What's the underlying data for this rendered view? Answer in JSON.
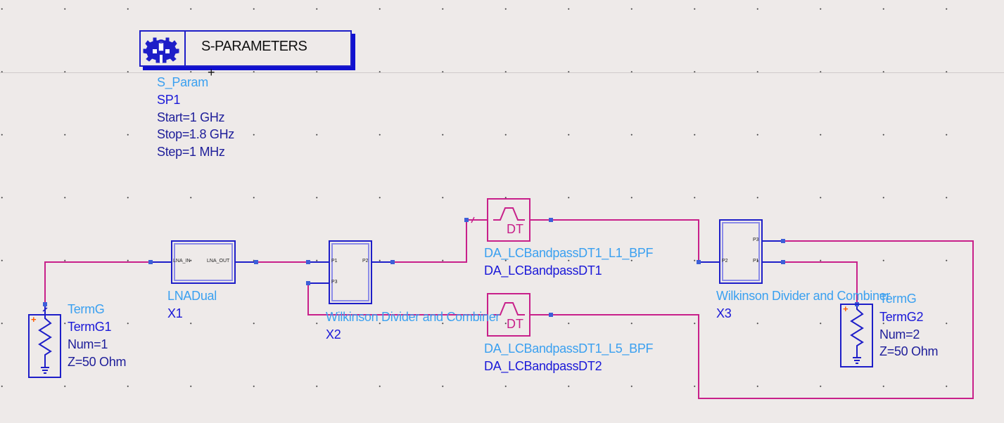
{
  "app": "Schematic editor",
  "colors": {
    "background": "#eeeae9",
    "wire": "#c8208a",
    "component_outline": "#1e1ec8",
    "pin": "#3d5fd8",
    "instance_type_label": "#3aa0f0",
    "instance_name_label": "#1a18d8",
    "filter_outline": "#c8208a",
    "term_plus": "#ff5a00"
  },
  "simulation_controller": {
    "banner_title": "S-PARAMETERS",
    "icon": "gear-cube-icon",
    "type": "S_Param",
    "name": "SP1",
    "params": [
      "Start=1 GHz",
      "Stop=1.8 GHz",
      "Step=1 MHz"
    ]
  },
  "components": {
    "termg1": {
      "type": "TermG",
      "name": "TermG1",
      "params": [
        "Num=1",
        "Z=50 Ohm"
      ],
      "plus_sign": "+"
    },
    "lna": {
      "type": "LNADual",
      "name": "X1",
      "pins": [
        "LNA_IN",
        "LNA_OUT"
      ]
    },
    "wilkinson_x2": {
      "type": "Wilkinson Divider and Combiner",
      "name": "X2",
      "pins": [
        "P1",
        "P2",
        "P3"
      ]
    },
    "bpf1": {
      "type": "DA_LCBandpassDT1_L1_BPF",
      "name": "DA_LCBandpassDT1",
      "symbol_text": "DT"
    },
    "bpf2": {
      "type": "DA_LCBandpassDT1_L5_BPF",
      "name": "DA_LCBandpassDT2",
      "symbol_text": "DT"
    },
    "wilkinson_x3": {
      "type": "Wilkinson Divider and Combiner",
      "name": "X3",
      "pins": [
        "P2",
        "P3",
        "P1"
      ]
    },
    "termg2": {
      "type": "TermG",
      "name": "TermG2",
      "params": [
        "Num=2",
        "Z=50 Ohm"
      ],
      "plus_sign": "+"
    }
  },
  "cursor": "+"
}
